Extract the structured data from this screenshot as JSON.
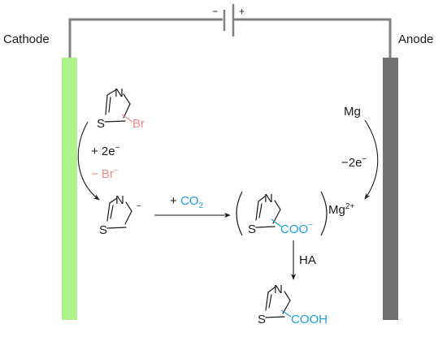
{
  "electrodes": {
    "cathode_label": "Cathode",
    "anode_label": "Anode",
    "cathode_color": "#aef28a",
    "anode_color": "#707070"
  },
  "battery": {
    "minus": "−",
    "plus": "+"
  },
  "molecules": {
    "s_atom": "S",
    "n_atom": "N",
    "bromide_sub": "Br",
    "anion_charge": "−",
    "carboxylate": "COO",
    "carboxylate_charge": "−",
    "acid": "COOH"
  },
  "reduction": {
    "gain": "+ 2e",
    "gain_sup": "−",
    "loss": "− Br",
    "loss_sup": "−"
  },
  "anode_reaction": {
    "metal": "Mg",
    "loss": "−2e",
    "loss_sup": "−"
  },
  "co2_step": {
    "prefix": "+ ",
    "co": "CO",
    "sub": "2"
  },
  "counter_ion": {
    "ion": "Mg",
    "sup": "2+"
  },
  "acid_step": {
    "reagent": "HA"
  },
  "colors": {
    "bromine": "#f08c8c",
    "carbon_dioxide": "#1aa0dc"
  }
}
